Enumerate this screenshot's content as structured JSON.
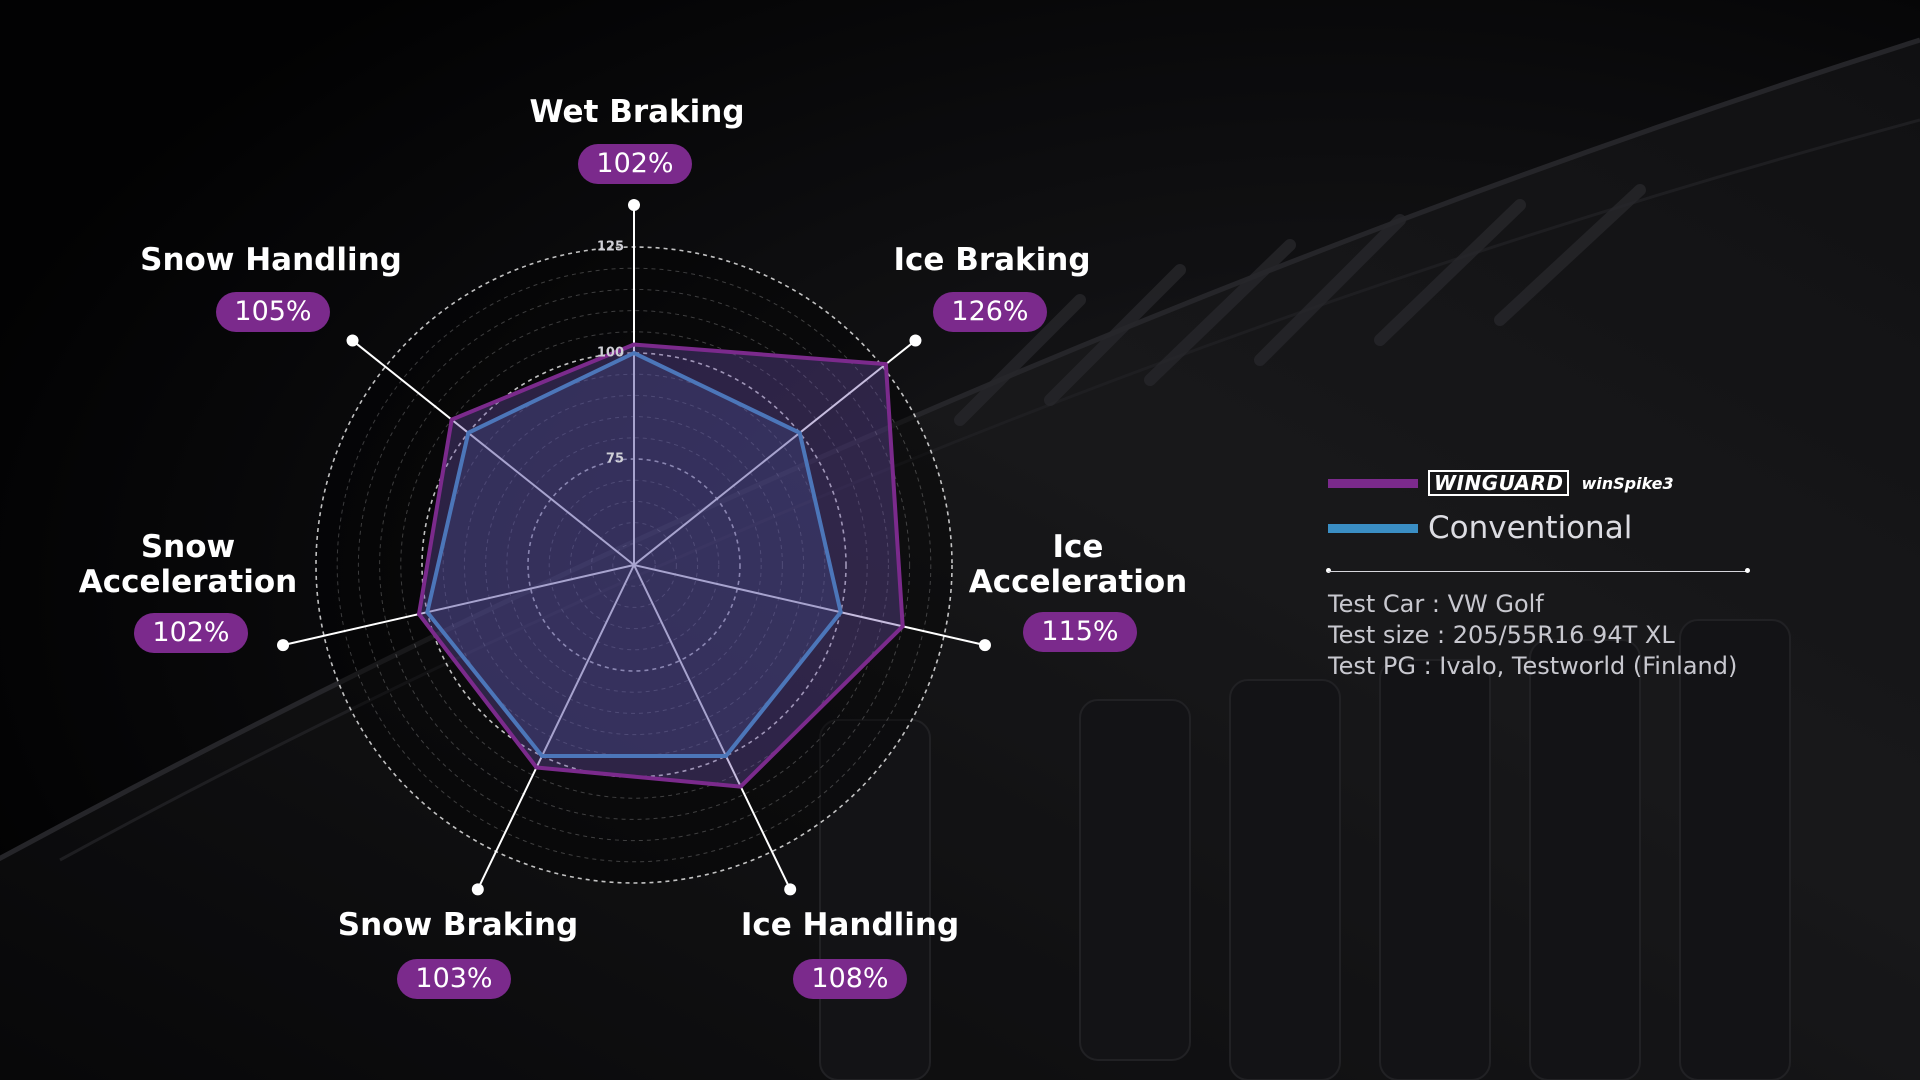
{
  "chart_data": {
    "type": "radar",
    "categories": [
      "Wet Braking",
      "Ice Braking",
      "Ice Acceleration",
      "Ice Handling",
      "Snow Braking",
      "Snow Acceleration",
      "Snow Handling"
    ],
    "percent_labels": [
      "102%",
      "126%",
      "115%",
      "108%",
      "103%",
      "102%",
      "105%"
    ],
    "series": [
      {
        "name": "WINGUARD winSpike3",
        "values": [
          102,
          126,
          115,
          108,
          103,
          102,
          105
        ],
        "color": "#7b2a8c"
      },
      {
        "name": "Conventional",
        "values": [
          100,
          100,
          100,
          100,
          100,
          100,
          100
        ],
        "color": "#3a8ec4"
      }
    ],
    "radial_ticks": [
      "125",
      "100",
      "75"
    ],
    "tick_values": [
      125,
      100,
      75
    ],
    "rlim": [
      50,
      125
    ],
    "grid": true,
    "legend_position": "right"
  },
  "legend": {
    "brand": "WINGUARD",
    "product": "winSpike3",
    "conventional": "Conventional"
  },
  "test_info": {
    "car": "Test Car : VW Golf",
    "size": "Test size : 205/55R16 94T XL",
    "pg": "Test PG : Ivalo, Testworld (Finland)"
  },
  "colors": {
    "winguard": "#7b2a8c",
    "conventional": "#3a8ec4",
    "badge": "#7b2a8c",
    "background": "#050506"
  }
}
